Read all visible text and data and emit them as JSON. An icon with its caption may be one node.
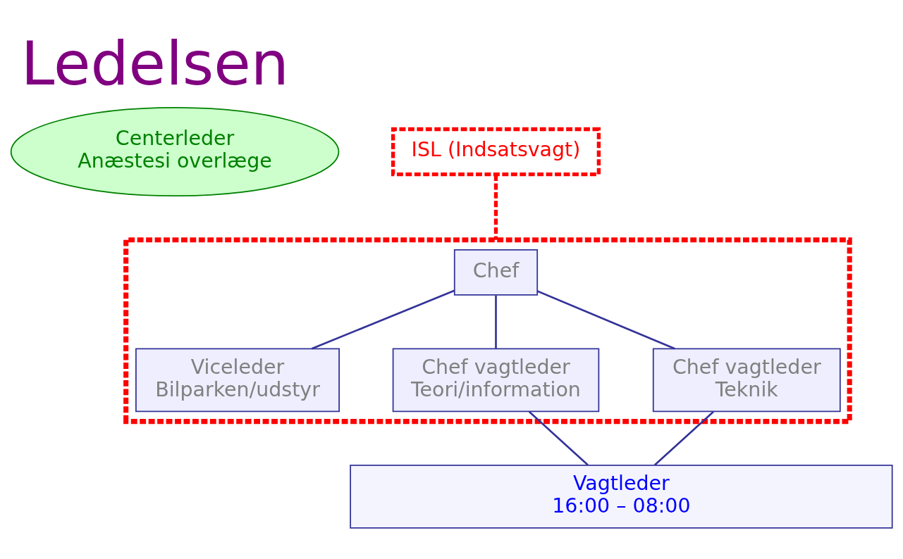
{
  "diagram": {
    "title": "Ledelsen",
    "nodes": [
      {
        "text": [
          "Centerleder",
          "Anæstesi overlæge"
        ]
      },
      {
        "text": [
          "ISL (Indsatsvagt)"
        ]
      },
      {
        "text": [],
        "shape": "trapezoid"
      },
      {
        "text": [
          "Chef"
        ],
        "in": 2
      },
      {
        "text": [
          "Viceleder",
          "Bilparken/udstyr"
        ],
        "in": 2
      },
      {
        "text": [
          "Chef vagtleder",
          "Teori/information"
        ],
        "in": 2
      },
      {
        "text": [
          "Chef vagtleder",
          "Teknik"
        ],
        "in": 2
      },
      {
        "text": [
          "Vagtleder",
          "16:00 – 08:00"
        ]
      }
    ],
    "edges": [
      {
        "from": 1,
        "to": 2,
        "arrow": "none",
        "style": "dashed",
        "color": "#ff0000"
      },
      {
        "from": 3,
        "to": 4,
        "arrow": "none"
      },
      {
        "from": 3,
        "to": 5,
        "arrow": "none"
      },
      {
        "from": 3,
        "to": 6,
        "arrow": "none"
      },
      {
        "from": 5,
        "to": 7,
        "arrow": "none"
      },
      {
        "from": 6,
        "to": 7,
        "arrow": "none"
      }
    ]
  }
}
